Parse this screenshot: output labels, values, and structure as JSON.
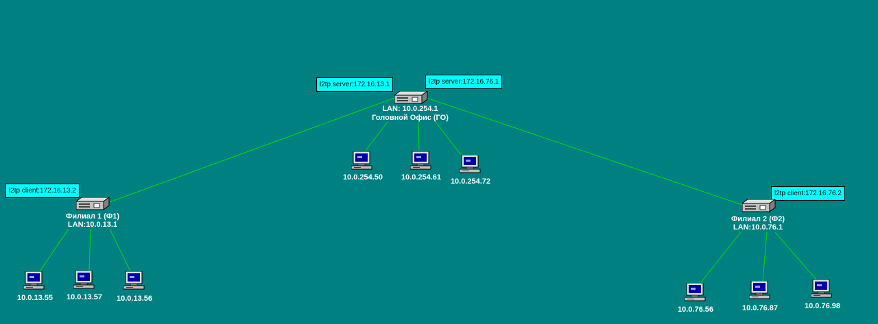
{
  "colors": {
    "background": "#008080",
    "link": "#00e000",
    "tunnel_label_bg": "#00ffff"
  },
  "head_office": {
    "tunnels": [
      "l2tp server:172.16.13.1",
      "l2tp server:172.16.76.1"
    ],
    "lan": "LAN: 10.0.254.1",
    "name": "Головной Офис (ГО)",
    "hosts": [
      "10.0.254.50",
      "10.0.254.61",
      "10.0.254.72"
    ]
  },
  "branch1": {
    "tunnel": "l2tp client:172.16.13.2",
    "name": "Филиал 1 (Ф1)",
    "lan": "LAN:10.0.13.1",
    "hosts": [
      "10.0.13.55",
      "10.0.13.57",
      "10.0.13.56"
    ]
  },
  "branch2": {
    "tunnel": "l2tp client:172.16.76.2",
    "name": "Филиал 2 (Ф2)",
    "lan": "LAN:10.0.76.1",
    "hosts": [
      "10.0.76.56",
      "10.0.76.87",
      "10.0.76.98"
    ]
  }
}
